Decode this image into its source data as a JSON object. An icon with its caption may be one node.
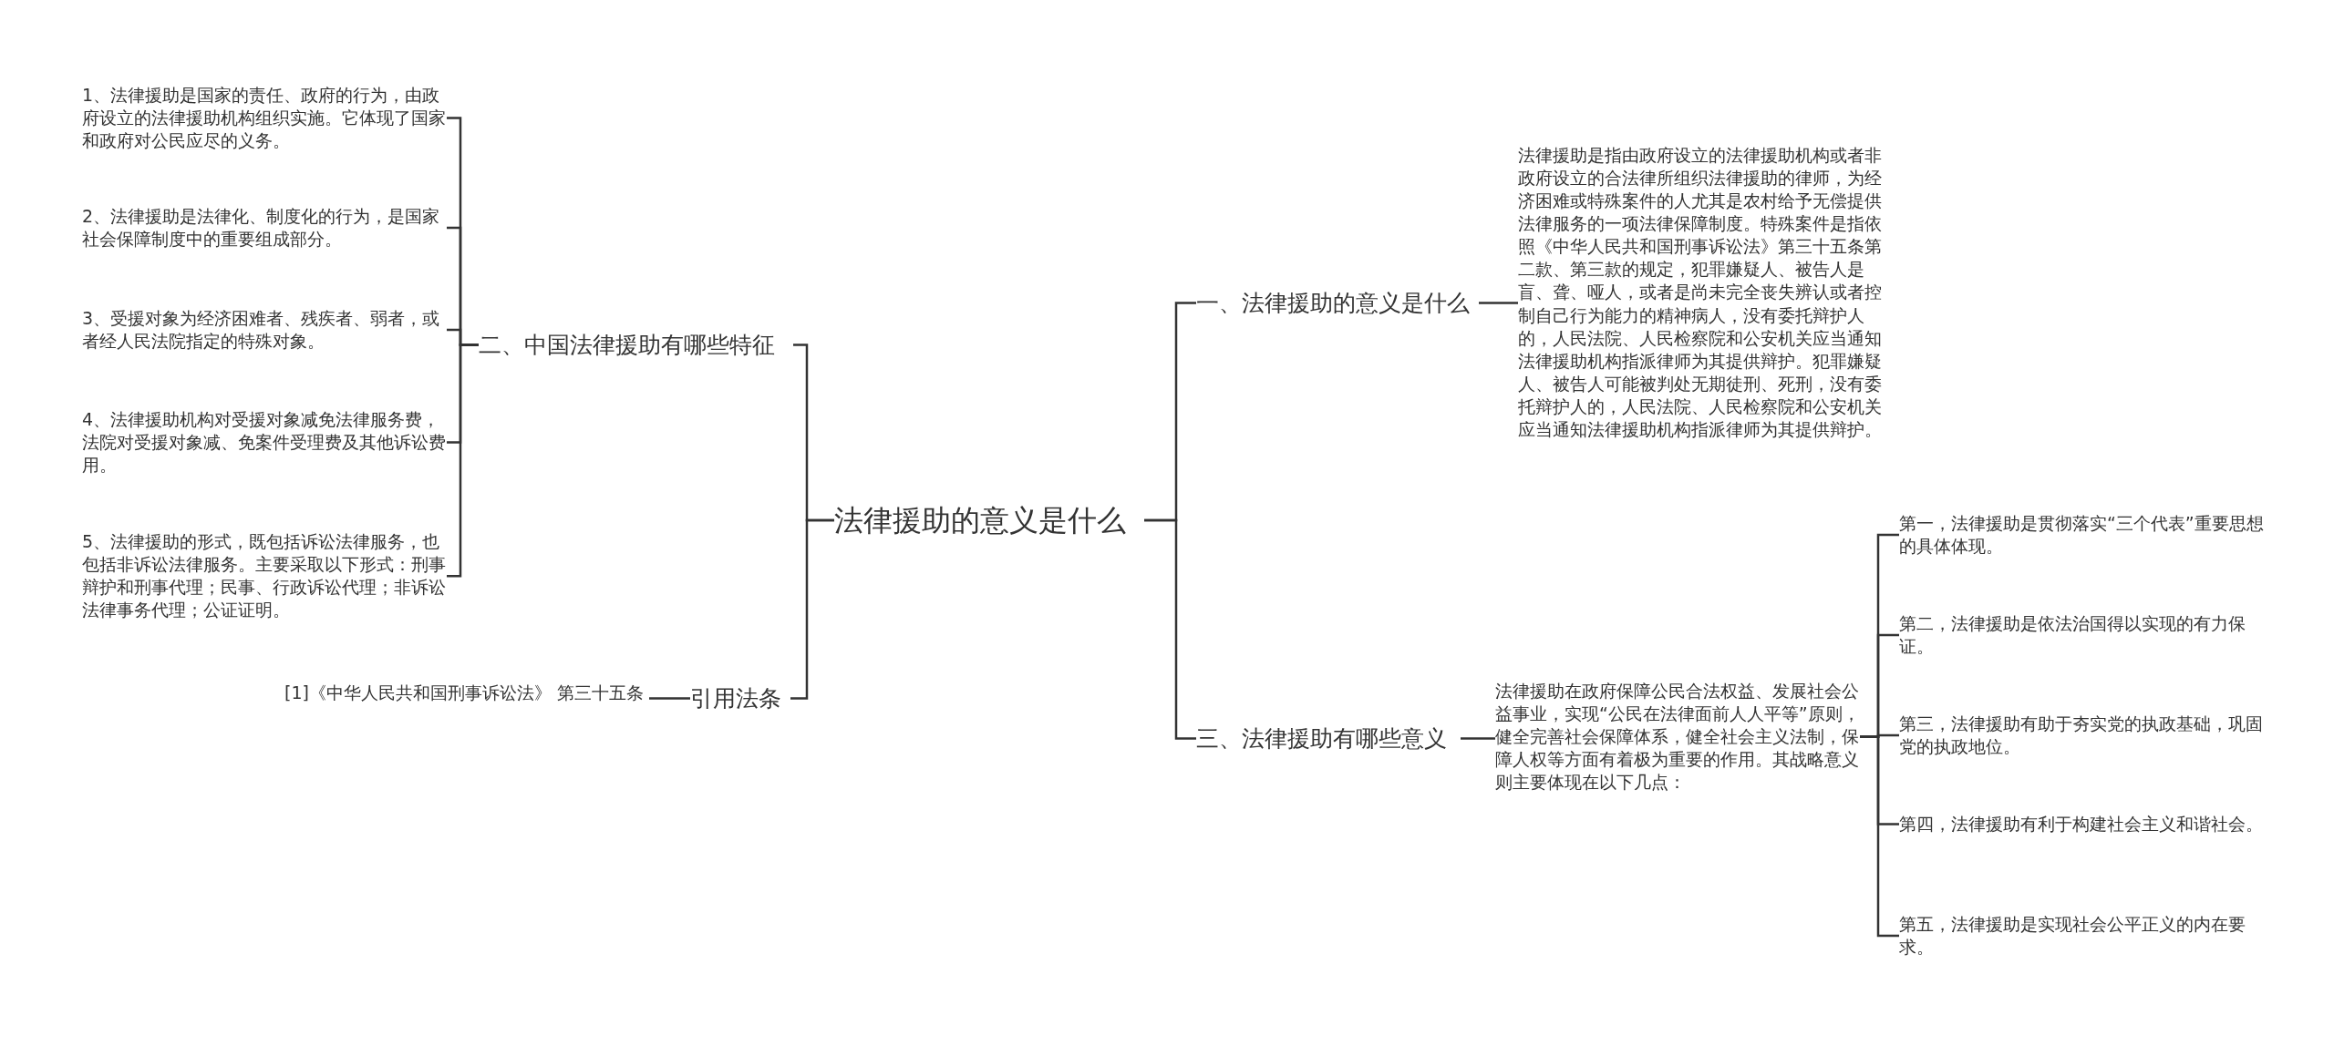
{
  "diagram": {
    "nodes": [
      {
        "text": [
          "法律援助的意义是什么"
        ]
      },
      {
        "text": [
          "一、法律援助的意义是什么"
        ]
      },
      {
        "text": [
          "法律援助是指由政府设立的法律援助机构或者非政府设立的合法律所组织法律援助的律师，为经济困难或特殊案件的人尤其是农村给予无偿提供法律服务的一项法律保障制度。特殊案件是指依照《中华人民共和国刑事诉讼法》第三十五条第二款、第三款的规定，犯罪嫌疑人、被告人是盲、聋、哑人，或者是尚未完全丧失辨认或者控制自己行为能力的精神病人，没有委托辩护人的，人民法院、人民检察院和公安机关应当通知法律援助机构指派律师为其提供辩护。犯罪嫌疑人、被告人可能被判处无期徒刑、死刑，没有委托辩护人的，人民法院、人民检察院和公安机关应当通知法律援助机构指派律师为其提供辩护。"
        ]
      },
      {
        "text": [
          "三、法律援助有哪些意义"
        ]
      },
      {
        "text": [
          "法律援助在政府保障公民合法权益、发展社会公益事业，实现“公民在法律面前人人平等”原则，健全完善社会保障体系，健全社会主义法制，保障人权等方面有着极为重要的作用。其战略意义则主要体现在以下几点："
        ]
      },
      {
        "text": [
          "第一，法律援助是贯彻落实“三个代表”重要思想的具体体现。"
        ]
      },
      {
        "text": [
          "第二，法律援助是依法治国得以实现的有力保证。"
        ]
      },
      {
        "text": [
          "第三，法律援助有助于夯实党的执政基础，巩固党的执政地位。"
        ]
      },
      {
        "text": [
          "第四，法律援助有利于构建社会主义和谐社会。"
        ]
      },
      {
        "text": [
          "第五，法律援助是实现社会公平正义的内在要求。"
        ]
      },
      {
        "text": [
          "二、中国法律援助有哪些特征"
        ]
      },
      {
        "text": [
          "1、法律援助是国家的责任、政府的行为，由政府设立的法律援助机构组织实施。它体现了国家和政府对公民应尽的义务。"
        ]
      },
      {
        "text": [
          "2、法律援助是法律化、制度化的行为，是国家社会保障制度中的重要组成部分。"
        ]
      },
      {
        "text": [
          "3、受援对象为经济困难者、残疾者、弱者，或者经人民法院指定的特殊对象。"
        ]
      },
      {
        "text": [
          "4、法律援助机构对受援对象减免法律服务费，法院对受援对象减、免案件受理费及其他诉讼费用。"
        ]
      },
      {
        "text": [
          "5、法律援助的形式，既包括诉讼法律服务，也包括非诉讼法律服务。主要采取以下形式：刑事辩护和刑事代理；民事、行政诉讼代理；非诉讼法律事务代理；公证证明。"
        ]
      },
      {
        "text": [
          "引用法条"
        ]
      },
      {
        "text": [
          "[1]《中华人民共和国刑事诉讼法》 第三十五条"
        ]
      }
    ],
    "edges": [
      {
        "from": 0,
        "to": 1,
        "arrow": "none"
      },
      {
        "from": 1,
        "to": 2,
        "arrow": "none"
      },
      {
        "from": 0,
        "to": 3,
        "arrow": "none"
      },
      {
        "from": 3,
        "to": 4,
        "arrow": "none"
      },
      {
        "from": 4,
        "to": 5,
        "arrow": "none"
      },
      {
        "from": 4,
        "to": 6,
        "arrow": "none"
      },
      {
        "from": 4,
        "to": 7,
        "arrow": "none"
      },
      {
        "from": 4,
        "to": 8,
        "arrow": "none"
      },
      {
        "from": 4,
        "to": 9,
        "arrow": "none"
      },
      {
        "from": 0,
        "to": 10,
        "arrow": "none"
      },
      {
        "from": 10,
        "to": 11,
        "arrow": "none"
      },
      {
        "from": 10,
        "to": 12,
        "arrow": "none"
      },
      {
        "from": 10,
        "to": 13,
        "arrow": "none"
      },
      {
        "from": 10,
        "to": 14,
        "arrow": "none"
      },
      {
        "from": 10,
        "to": 15,
        "arrow": "none"
      },
      {
        "from": 0,
        "to": 16,
        "arrow": "none"
      },
      {
        "from": 16,
        "to": 17,
        "arrow": "none"
      }
    ]
  }
}
